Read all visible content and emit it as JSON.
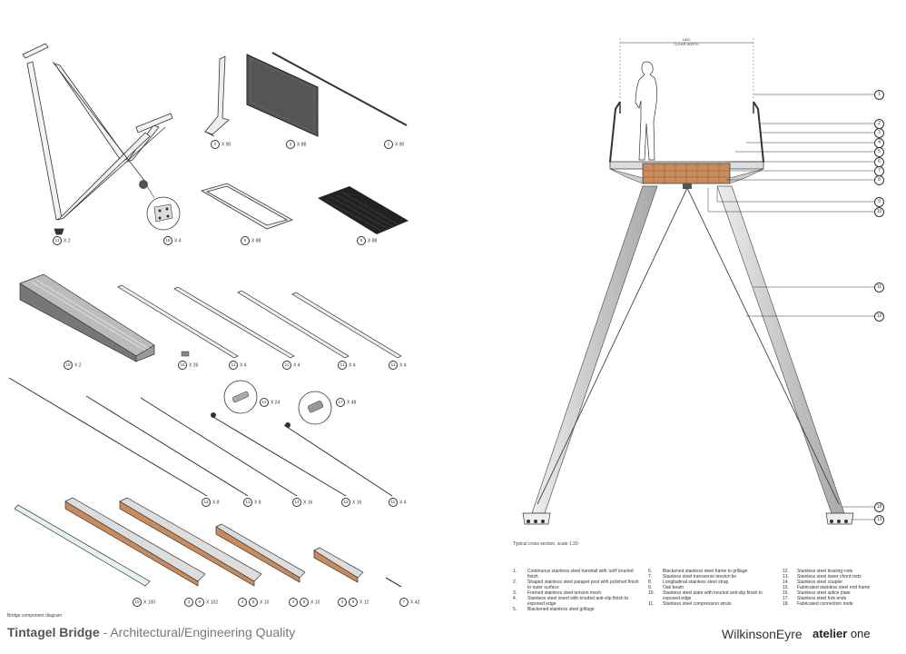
{
  "title": {
    "main": "Tintagel Bridge",
    "dash": " - ",
    "sub": "Architectural/Engineering Quality"
  },
  "captions": {
    "left": "Bridge component diagram",
    "right": "Typical cross section, scale 1:20"
  },
  "logos": {
    "wilkinson": "WilkinsonEyre",
    "atelier_a": "atelier",
    "atelier_b": " one"
  },
  "dimension": {
    "line1": "1800",
    "line2": "CLEAR WIDTH"
  },
  "components": [
    {
      "n": "11",
      "q": "X 2"
    },
    {
      "n": "18",
      "q": "X 4"
    },
    {
      "n": "2",
      "q": "X 90"
    },
    {
      "n": "3",
      "q": "X 88"
    },
    {
      "n": "1",
      "q": "X 90"
    },
    {
      "n": "6",
      "q": "X 88"
    },
    {
      "n": "8",
      "q": "X 88"
    },
    {
      "n": "15",
      "q": "X 2"
    },
    {
      "n": "16",
      "q": "X 26"
    },
    {
      "n": "11",
      "q": "X 4"
    },
    {
      "n": "11",
      "q": "X 4"
    },
    {
      "n": "11",
      "q": "X 4"
    },
    {
      "n": "11",
      "q": "X 4"
    },
    {
      "n": "14",
      "q": "X 24"
    },
    {
      "n": "17",
      "q": "X 48"
    },
    {
      "n": "13",
      "q": "X 8"
    },
    {
      "n": "13",
      "q": "X 8"
    },
    {
      "n": "13",
      "q": "X 16"
    },
    {
      "n": "13",
      "q": "X 16"
    },
    {
      "n": "12",
      "q": "X 4"
    },
    {
      "n": "10",
      "q": "X 100"
    },
    {
      "n": "4",
      "n2": "9",
      "q": "X 102"
    },
    {
      "n": "4",
      "n2": "9",
      "q": "X 10"
    },
    {
      "n": "4",
      "n2": "9",
      "q": "X 10"
    },
    {
      "n": "4",
      "n2": "9",
      "q": "X 12"
    },
    {
      "n": "7",
      "q": "X 42"
    }
  ],
  "callouts": [
    "1",
    "2",
    "3",
    "4",
    "5",
    "6",
    "7",
    "8",
    "9",
    "10",
    "11",
    "12",
    "18",
    "13"
  ],
  "legend": [
    {
      "n": "1.",
      "t": "Continuous stainless steel handrail with 'soft' knurled finish"
    },
    {
      "n": "2.",
      "t": "Shaped stainless steel parapet post with polished finish to outer surface"
    },
    {
      "n": "3.",
      "t": "Framed stainless steel tension mesh"
    },
    {
      "n": "4.",
      "t": "Stainless steel insert with knurled anti-slip finish to exposed edge"
    },
    {
      "n": "5.",
      "t": "Blackened stainless steel grillage"
    },
    {
      "n": "6.",
      "t": "Blackened stainless steel frame to grillage"
    },
    {
      "n": "7.",
      "t": "Stainless steel transverse tension tie"
    },
    {
      "n": "8.",
      "t": "Longitudinal stainless steel strap"
    },
    {
      "n": "9.",
      "t": "Oak beam"
    },
    {
      "n": "10.",
      "t": "Stainless steel plate with knurled anti-slip finish to exposed edge"
    },
    {
      "n": "11.",
      "t": "Stainless steel compression struts"
    },
    {
      "n": "12.",
      "t": "Stainless steel bracing rods"
    },
    {
      "n": "13.",
      "t": "Stainless steel lower chord rods"
    },
    {
      "n": "14.",
      "t": "Stainless steel coupler"
    },
    {
      "n": "15.",
      "t": "Fabricated stainless steel end frame"
    },
    {
      "n": "16.",
      "t": "Stainless steel splice plate"
    },
    {
      "n": "17.",
      "t": "Stainless steel fork ends"
    },
    {
      "n": "18.",
      "t": "Fabricated connection node"
    }
  ],
  "colors": {
    "line": "#333333",
    "steel": "#d9d9d9",
    "dark": "#222222",
    "oak": "#c98a5c",
    "title": "#555555"
  }
}
